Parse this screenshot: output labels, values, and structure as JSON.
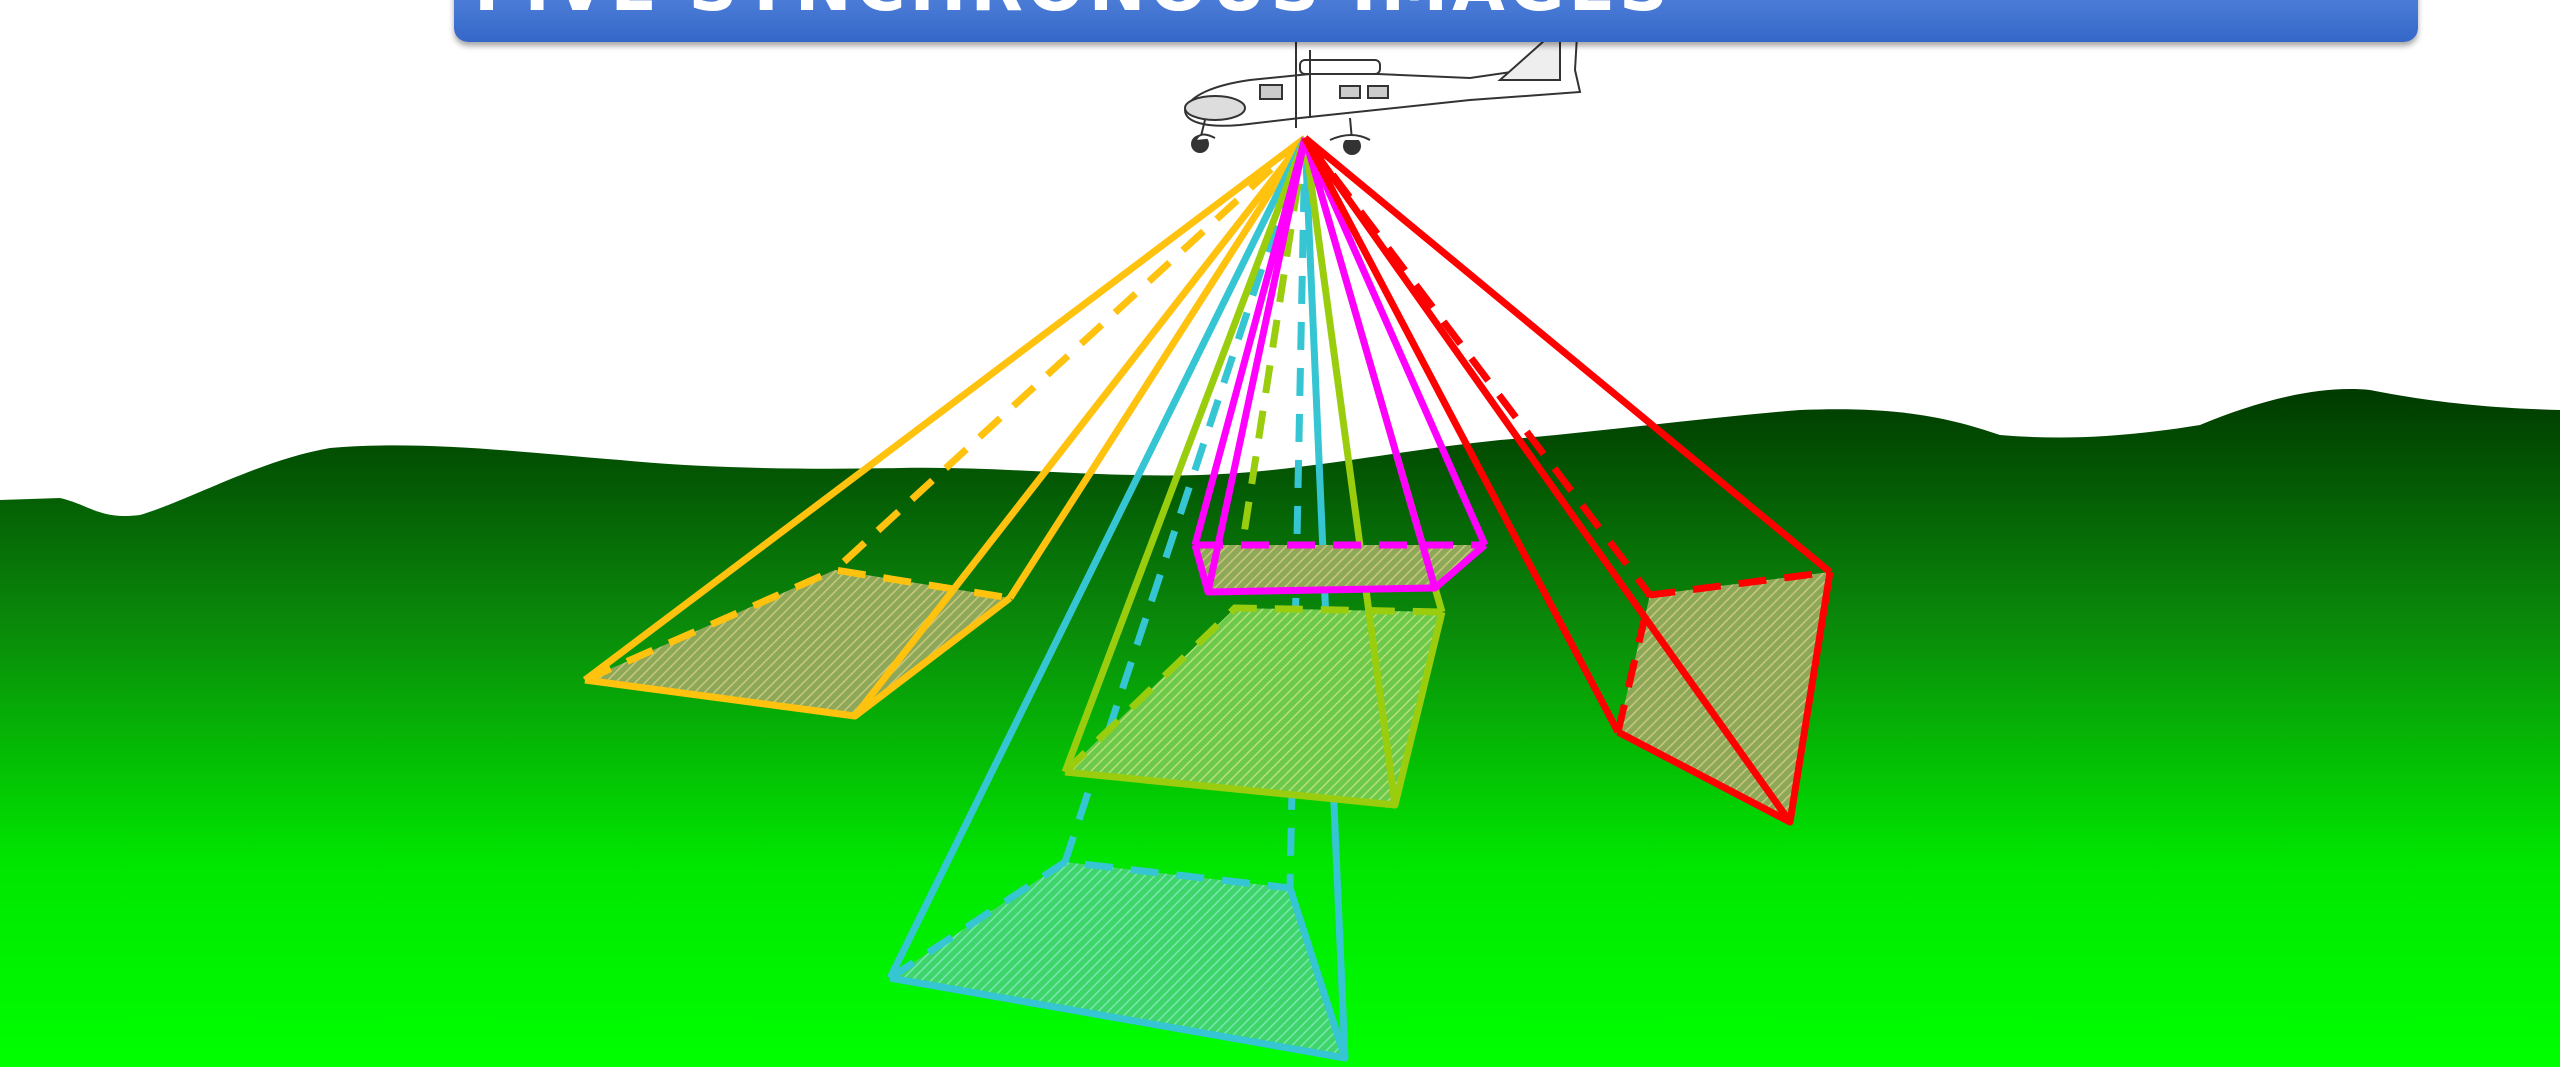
{
  "header": {
    "title": "FIVE SYNCHRONOUS IMAGES"
  },
  "diagram": {
    "aircraft": "twin-engine-aircraft",
    "terrain": "green-hills-gradient",
    "camera_footprints": [
      {
        "name": "left-oblique",
        "color": "#ffc20e"
      },
      {
        "name": "nadir",
        "color": "#ff00ff"
      },
      {
        "name": "forward-oblique",
        "color": "#9acd0e"
      },
      {
        "name": "rear-oblique",
        "color": "#36c5d3"
      },
      {
        "name": "right-oblique",
        "color": "#ff0000"
      }
    ]
  }
}
